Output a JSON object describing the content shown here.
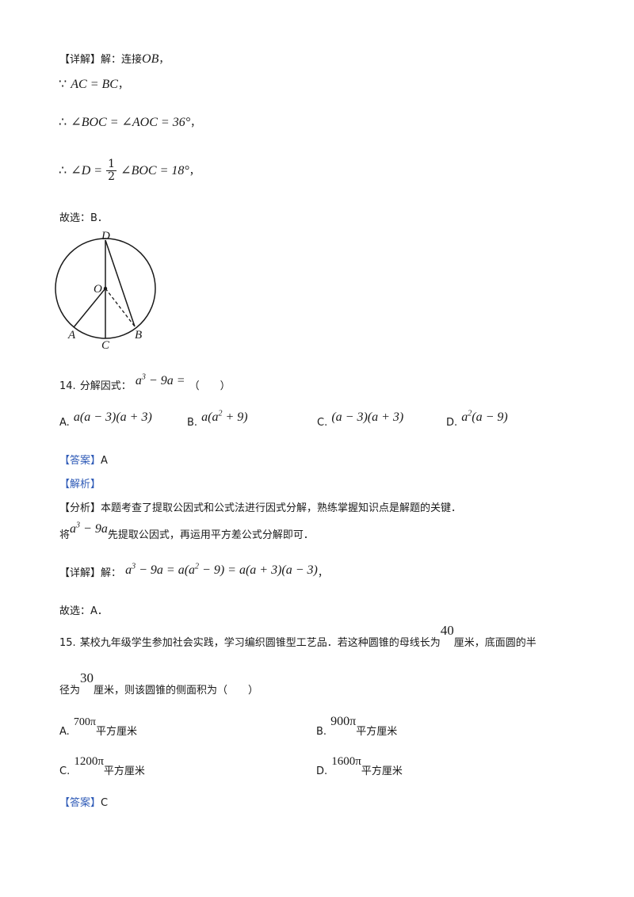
{
  "solution13": {
    "detail_label": "【详解】解：连接",
    "connect_seg": "OB",
    "comma": "，",
    "since_sym": "∵",
    "therefore_sym": "∴",
    "line_arc_eq": "AC = BC",
    "line_angle_eq": "∠BOC = ∠AOC = 36°",
    "angle_d": "∠D =",
    "half_num": "1",
    "half_den": "2",
    "angle_boc_val": "∠BOC = 18°",
    "choose": "故选：B．"
  },
  "figure": {
    "labels": {
      "D": "D",
      "O": "O",
      "A": "A",
      "C": "C",
      "B": "B"
    }
  },
  "q14": {
    "number": "14.",
    "stem": "分解因式：",
    "expr_base": "a",
    "expr_exp": "3",
    "expr_rest": " − 9a =",
    "paren": "（　　）",
    "options": [
      {
        "label": "A.",
        "text": "a(a − 3)(a + 3)"
      },
      {
        "label": "B.",
        "text_a": "a(a",
        "exp": "2",
        "text_b": " + 9)"
      },
      {
        "label": "C.",
        "text": "(a − 3)(a + 3)"
      },
      {
        "label": "D.",
        "text_a": "a",
        "exp": "2",
        "text_b": "(a − 9)"
      }
    ],
    "answer_label": "【答案】",
    "answer": "A",
    "analysis_label": "【解析】",
    "analysis_head": "【分析】",
    "analysis_text": "本题考查了提取公因式和公式法进行因式分解，熟练掌握知识点是解题的关键．",
    "method_pre": "将",
    "method_expr_a": "a",
    "method_exp": "3",
    "method_expr_b": " − 9a",
    "method_post": "先提取公因式，再运用平方差公式分解即可．",
    "detail_label": "【详解】解：",
    "detail_a": "a",
    "detail_exp1": "3",
    "detail_b": " − 9a = a(a",
    "detail_exp2": "2",
    "detail_c": " − 9) = a(a + 3)(a − 3)",
    "detail_comma": "，",
    "choose": "故选：A．"
  },
  "q15": {
    "number": "15.",
    "stem_a": "某校九年级学生参加社会实践，学习编织圆锥型工艺品．若这种圆锥的母线长为",
    "val_40": "40",
    "stem_b": "厘米，底面圆的半",
    "stem_c": "径为",
    "val_30": "30",
    "stem_d": "厘米，则该圆锥的侧面积为（　　）",
    "options": [
      {
        "label": "A.",
        "value": "700π",
        "unit": "平方厘米"
      },
      {
        "label": "B.",
        "value": "900π",
        "unit": "平方厘米"
      },
      {
        "label": "C.",
        "value": "1200π",
        "unit": "平方厘米"
      },
      {
        "label": "D.",
        "value": "1600π",
        "unit": "平方厘米"
      }
    ],
    "answer_label": "【答案】",
    "answer": "C"
  },
  "colors": {
    "label_blue": "#2f5bb7",
    "text": "#1a1a1a"
  }
}
